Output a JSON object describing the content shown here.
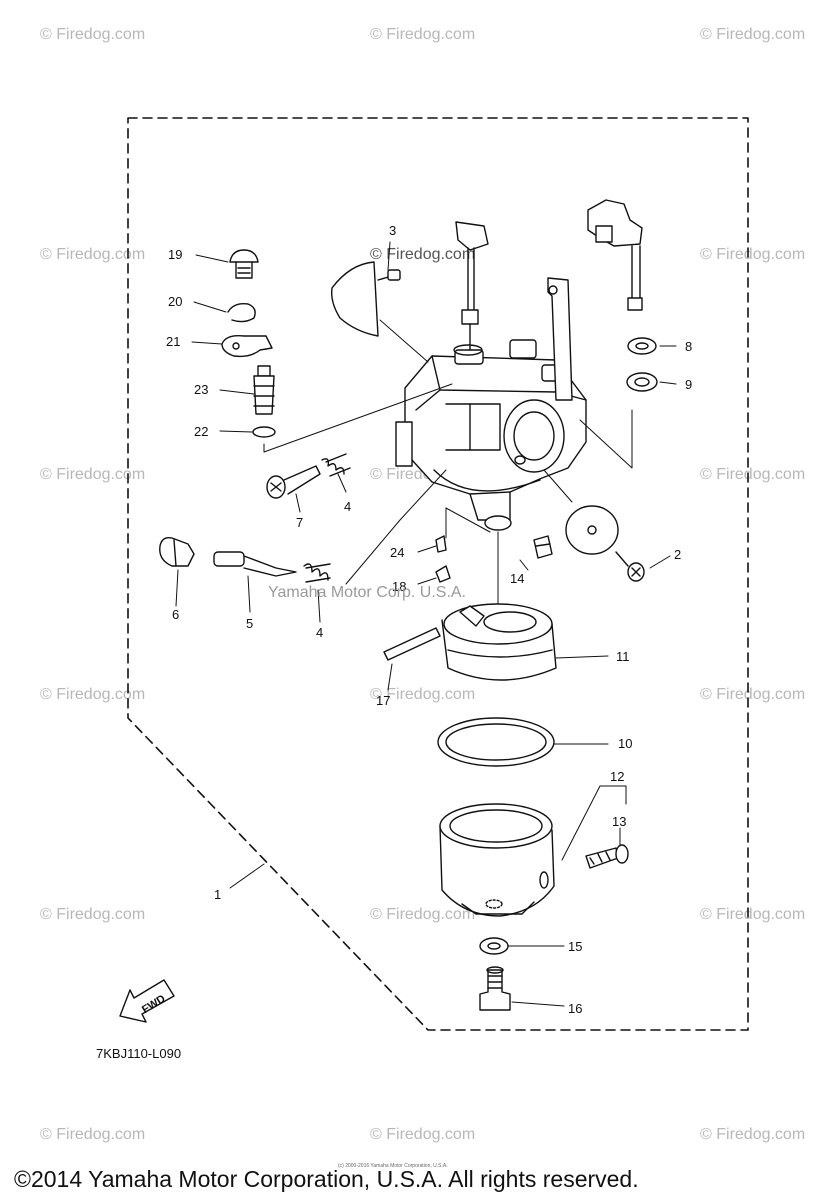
{
  "watermark": {
    "text": "© Firedog.com",
    "color": "#b8b8b8"
  },
  "diagram": {
    "center_watermark": "Yamaha Motor Corp. U.S.A.",
    "ref_code": "7KBJ110-L090",
    "fwd_label": "FWD",
    "callouts": [
      "1",
      "2",
      "3",
      "4",
      "4",
      "5",
      "6",
      "7",
      "8",
      "9",
      "10",
      "11",
      "12",
      "13",
      "14",
      "15",
      "16",
      "17",
      "18",
      "19",
      "20",
      "21",
      "22",
      "23",
      "24"
    ]
  },
  "footer": {
    "tiny_credit": "(c) 2000-2016 Yamaha Motor Corporation, U.S.A.",
    "copyright": "©2014 Yamaha Motor Corporation, U.S.A. All rights reserved."
  }
}
